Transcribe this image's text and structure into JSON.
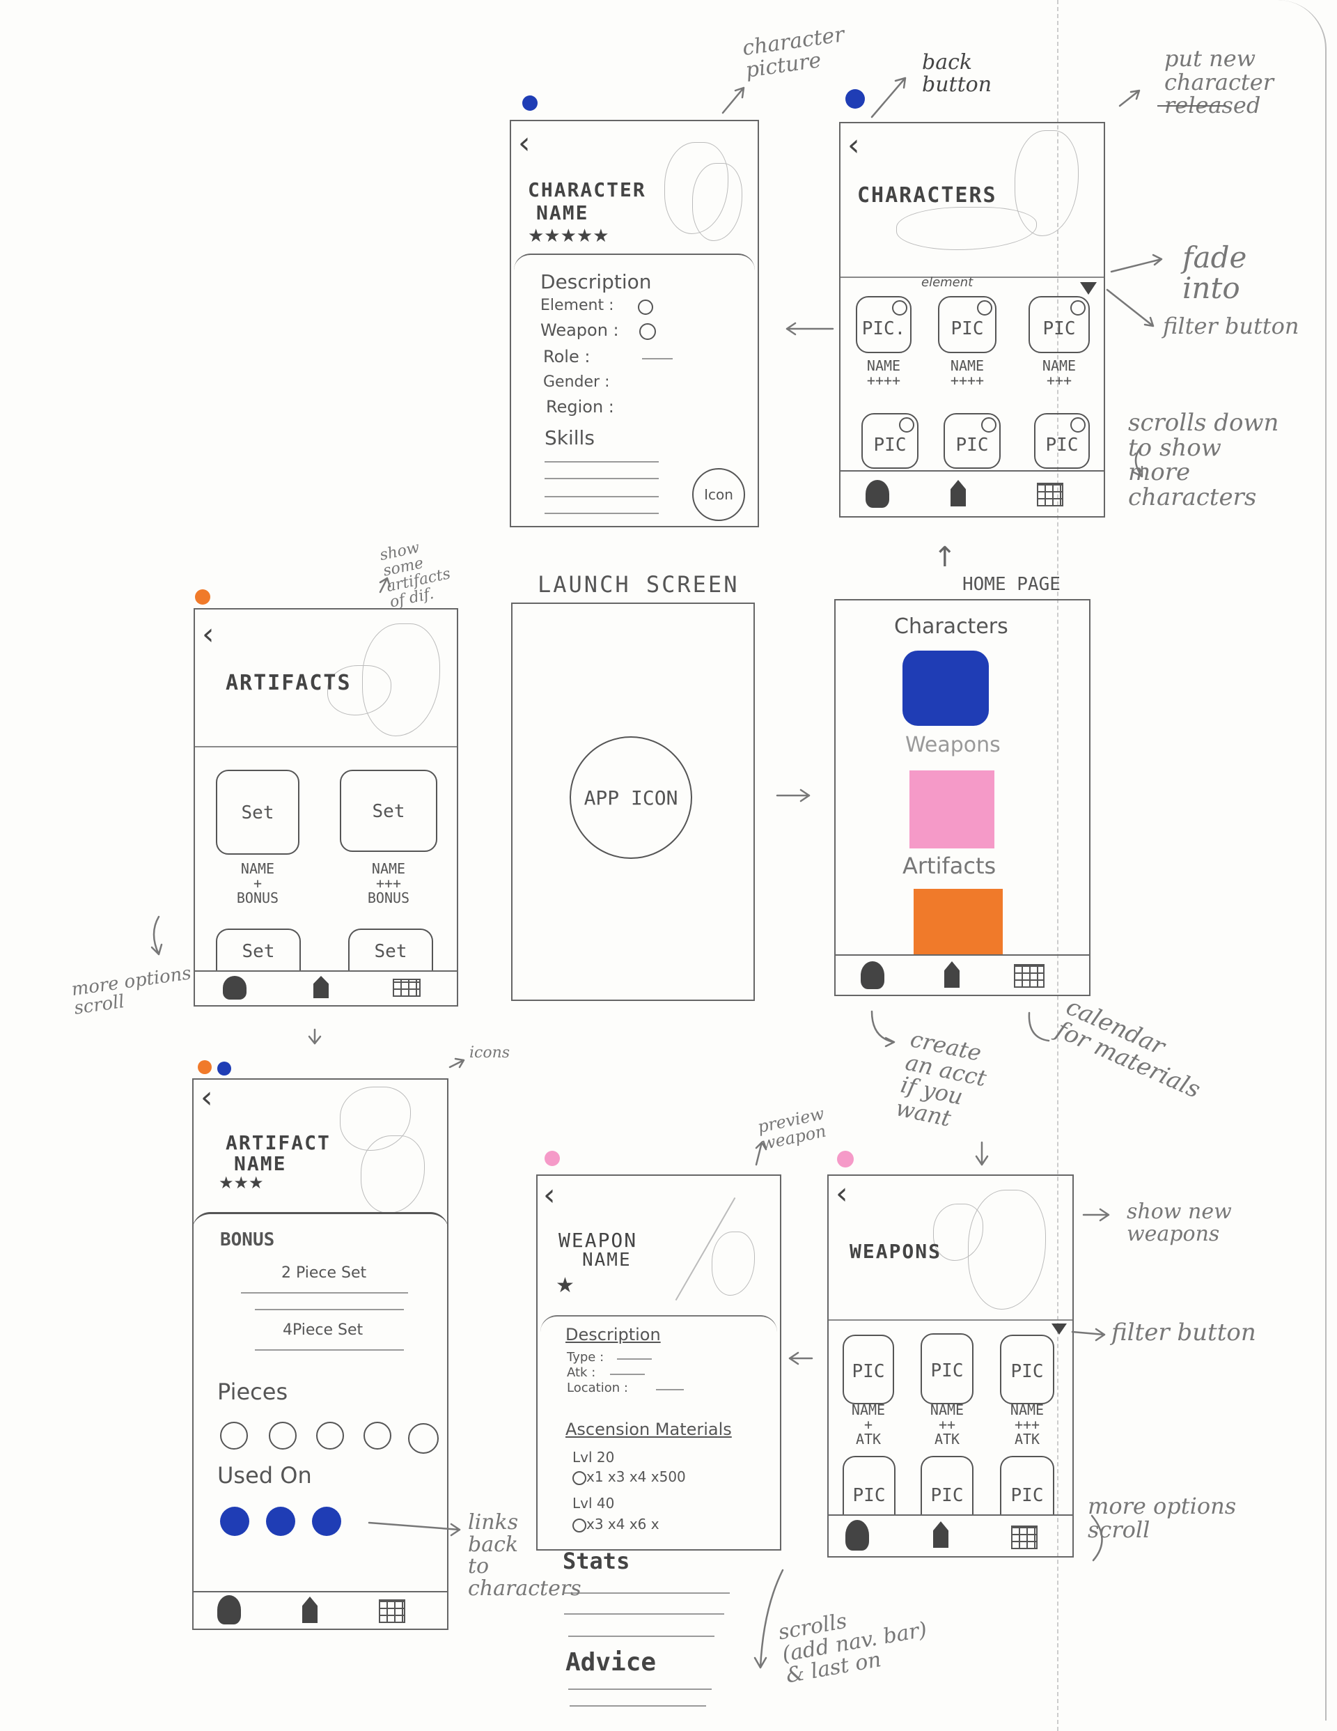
{
  "colors": {
    "blue": "#1f3db5",
    "pink": "#f59ac8",
    "orange": "#f07a2a",
    "pencil": "#555555"
  },
  "character_detail": {
    "title_line1": "CHARACTER",
    "title_line2": "NAME",
    "stars": "★★★★★",
    "description_label": "Description",
    "fields": [
      "Element :",
      "Weapon :",
      "Role :",
      "Gender :",
      "Region :"
    ],
    "skills_label": "Skills",
    "icon_label": "Icon"
  },
  "characters_list": {
    "title": "CHARACTERS",
    "cards": [
      {
        "label": "PIC.",
        "name": "NAME",
        "stars": "++++"
      },
      {
        "label": "PIC",
        "name": "NAME",
        "stars": "++++"
      },
      {
        "label": "PIC",
        "name": "NAME",
        "stars": "+++"
      },
      {
        "label": "PIC",
        "name": "",
        "stars": ""
      },
      {
        "label": "PIC",
        "name": "",
        "stars": ""
      },
      {
        "label": "PIC",
        "name": "",
        "stars": ""
      }
    ],
    "element_note": "element"
  },
  "artifacts_list": {
    "title": "ARTIFACTS",
    "cards": [
      {
        "label": "Set",
        "name": "NAME",
        "stars": "+",
        "bonus": "BONUS"
      },
      {
        "label": "Set",
        "name": "NAME",
        "stars": "+++",
        "bonus": "BONUS"
      },
      {
        "label": "Set",
        "name": "",
        "stars": "",
        "bonus": ""
      },
      {
        "label": "Set",
        "name": "",
        "stars": "",
        "bonus": ""
      }
    ]
  },
  "launch_screen": {
    "heading": "LAUNCH SCREEN",
    "icon_label": "APP ICON"
  },
  "home_page": {
    "heading": "HOME PAGE",
    "sections": [
      {
        "label": "Characters",
        "color": "#1f3db5"
      },
      {
        "label": "Weapons",
        "color": "#f59ac8"
      },
      {
        "label": "Artifacts",
        "color": "#f07a2a"
      }
    ]
  },
  "artifact_detail": {
    "title_line1": "ARTIFACT",
    "title_line2": "NAME",
    "stars": "★★★",
    "bonus_label": "BONUS",
    "set2": "2 Piece Set",
    "set4": "4Piece Set",
    "pieces_label": "Pieces",
    "used_on_label": "Used On"
  },
  "weapon_detail": {
    "title_line1": "WEAPON",
    "title_line2": "NAME",
    "stars": "★",
    "description_label": "Description",
    "fields": [
      "Type :",
      "Atk :",
      "Location :"
    ],
    "ascension_label": "Ascension Materials",
    "lvl20": "Lvl 20",
    "lvl20_items": "x1   x3   x4   x500",
    "lvl40": "Lvl 40",
    "lvl40_items": "x3   x4   x6   x",
    "stats_label": "Stats",
    "advice_label": "Advice"
  },
  "weapons_list": {
    "title": "WEAPONS",
    "cards": [
      {
        "label": "PIC",
        "name": "NAME",
        "stars": "+",
        "atk": "ATK"
      },
      {
        "label": "PIC",
        "name": "NAME",
        "stars": "++",
        "atk": "ATK"
      },
      {
        "label": "PIC",
        "name": "NAME",
        "stars": "+++",
        "atk": "ATK"
      },
      {
        "label": "PIC",
        "name": "",
        "stars": "",
        "atk": ""
      },
      {
        "label": "PIC",
        "name": "",
        "stars": "",
        "atk": ""
      },
      {
        "label": "PIC",
        "name": "",
        "stars": "",
        "atk": ""
      }
    ]
  },
  "annotations": {
    "character_picture": "character\npicture",
    "back_button": "back\nbutton",
    "new_character": "put new\ncharacter\nreleased",
    "fade_into": "fade\ninto",
    "filter_button_1": "filter button",
    "scroll_characters": "scrolls down\nto show\nmore\ncharacters",
    "show_artifacts": "show\nsome\nartifacts\nof dif.",
    "more_options_1": "more options\nscroll",
    "create_acct": "create\nan acct\nif you\nwant",
    "calendar": "calendar\nfor materials",
    "icons": "icons",
    "preview_weapon": "preview\nweapon",
    "show_new_weapons": "show new\nweapons",
    "filter_button_2": "filter button",
    "links_back": "links\nback\nto\ncharacters",
    "more_options_2": "more options\nscroll",
    "scrolls_nav": "scrolls\n(add nav. bar)\n& last on"
  }
}
